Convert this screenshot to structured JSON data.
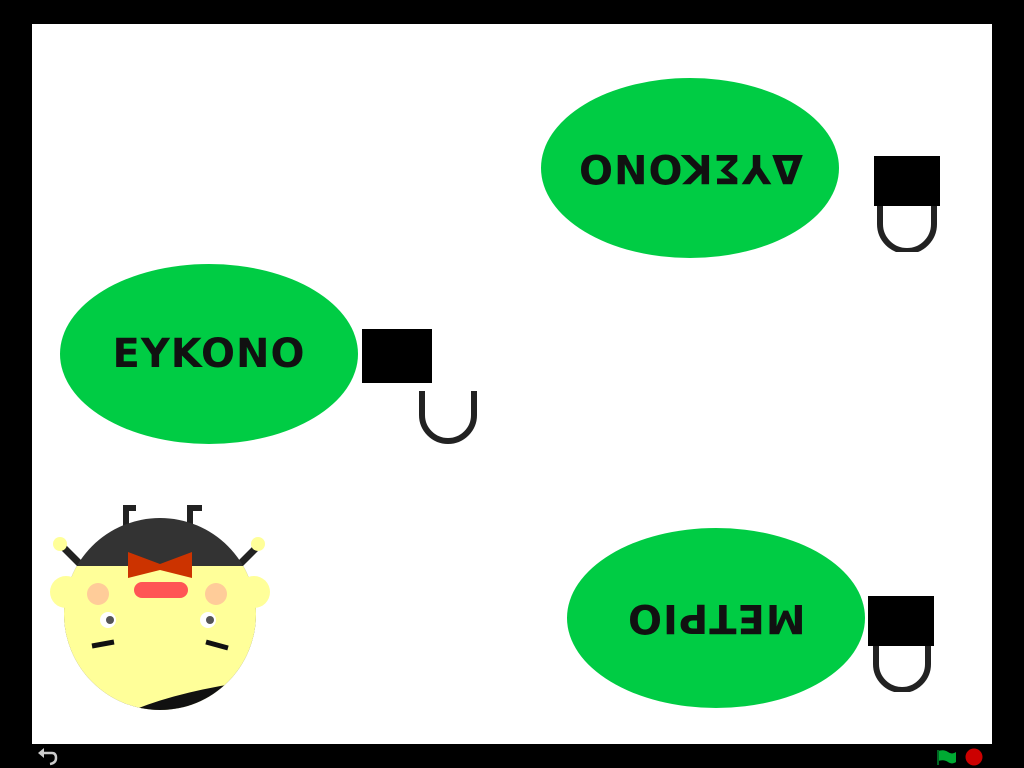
{
  "colors": {
    "frame": "#000000",
    "stage": "#ffffff",
    "bubble": "#00cc44",
    "bubble_text": "#111111",
    "lock": "#000000",
    "flag": "#00aa33",
    "stop": "#cc0000"
  },
  "stage": {
    "bubbles": [
      {
        "text": "EYKONO",
        "rotated": false
      },
      {
        "text": "ΔYΣKONO",
        "rotated": true
      },
      {
        "text": "METPIO",
        "rotated": true
      }
    ],
    "character": {
      "icon": "beetle-character-icon"
    }
  },
  "controls": {
    "back": {
      "icon": "undo-arrow-icon"
    },
    "green_flag": {
      "icon": "green-flag-icon"
    },
    "stop": {
      "icon": "stop-sign-icon"
    }
  }
}
